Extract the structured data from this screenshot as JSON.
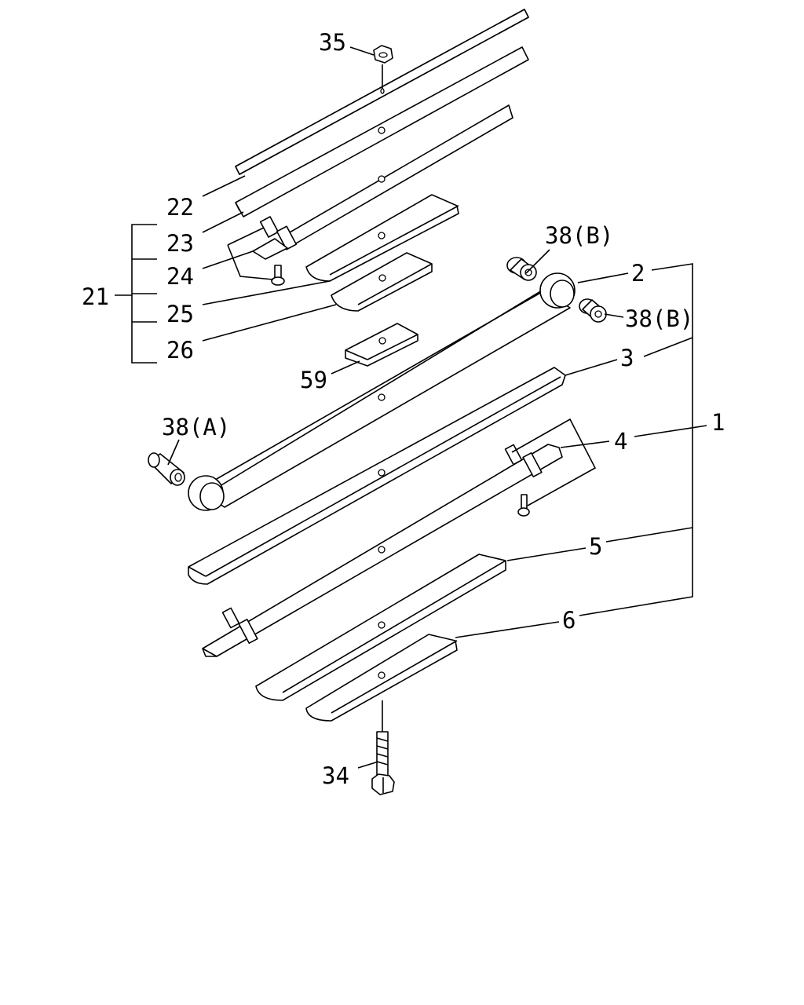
{
  "labels": {
    "l35": "35",
    "l22": "22",
    "l23": "23",
    "l24": "24",
    "l21": "21",
    "l25": "25",
    "l26": "26",
    "l59": "59",
    "l38b_top": "38(B)",
    "l2": "2",
    "l38b_right": "38(B)",
    "l3": "3",
    "l1": "1",
    "l38a": "38(A)",
    "l4": "4",
    "l5": "5",
    "l6": "6",
    "l34": "34"
  },
  "colors": {
    "line": "#000000",
    "background": "#ffffff"
  }
}
